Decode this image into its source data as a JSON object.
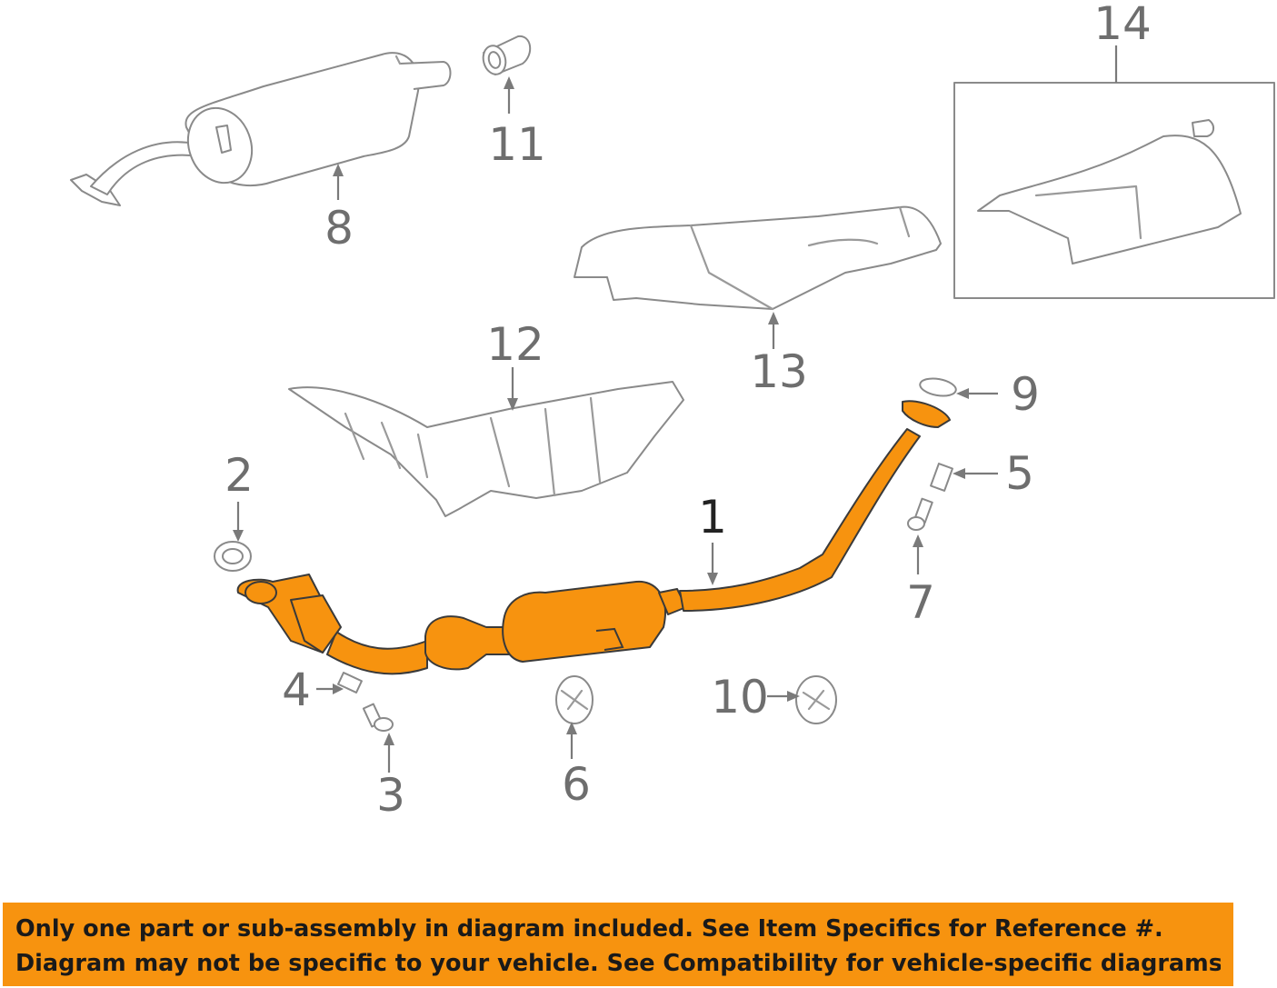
{
  "diagram": {
    "callouts": {
      "c1": "1",
      "c2": "2",
      "c3": "3",
      "c4": "4",
      "c5": "5",
      "c6": "6",
      "c7": "7",
      "c8": "8",
      "c9": "9",
      "c10": "10",
      "c11": "11",
      "c12": "12",
      "c13": "13",
      "c14": "14"
    },
    "highlight_color": "#f7930f"
  },
  "banner": {
    "line1": "Only one part or sub-assembly in diagram included. See Item Specifics for Reference #.",
    "line2": "Diagram may not be specific to your vehicle. See Compatibility for vehicle-specific diagrams.",
    "background": "#f7930f"
  }
}
